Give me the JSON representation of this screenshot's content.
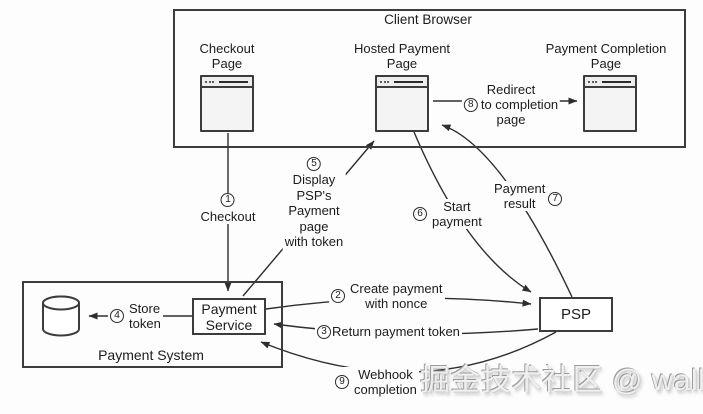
{
  "browser": {
    "title": "Client Browser",
    "checkout_page": {
      "line1": "Checkout",
      "line2": "Page"
    },
    "hosted_page": {
      "line1": "Hosted Payment",
      "line2": "Page"
    },
    "completion_page": {
      "line1": "Payment Completion",
      "line2": "Page"
    }
  },
  "payment_system": {
    "label": "Payment System",
    "service_line1": "Payment",
    "service_line2": "Service"
  },
  "psp": {
    "label": "PSP"
  },
  "steps": {
    "s1": {
      "num": "1",
      "text": "Checkout"
    },
    "s2": {
      "num": "2",
      "line1": "Create payment",
      "line2": "with nonce"
    },
    "s3": {
      "num": "3",
      "text": "Return payment token"
    },
    "s4": {
      "num": "4",
      "line1": "Store",
      "line2": "token"
    },
    "s5": {
      "num": "5",
      "lines": [
        "Display",
        "PSP's",
        "Payment",
        "page",
        "with token"
      ]
    },
    "s6": {
      "num": "6",
      "line1": "Start",
      "line2": "payment"
    },
    "s7": {
      "num": "7",
      "line1": "Payment",
      "line2": "result"
    },
    "s8": {
      "num": "8",
      "line1": "Redirect",
      "line2": "to completion",
      "line3": "page"
    },
    "s9": {
      "num": "9",
      "line1": "Webhook",
      "line2": "completion"
    }
  },
  "watermark": "掘金技术社区 @ walker",
  "colors": {
    "line": "#2e2e2e",
    "box_border": "#3c3c3c",
    "icon_fill": "#f4f4f4"
  }
}
